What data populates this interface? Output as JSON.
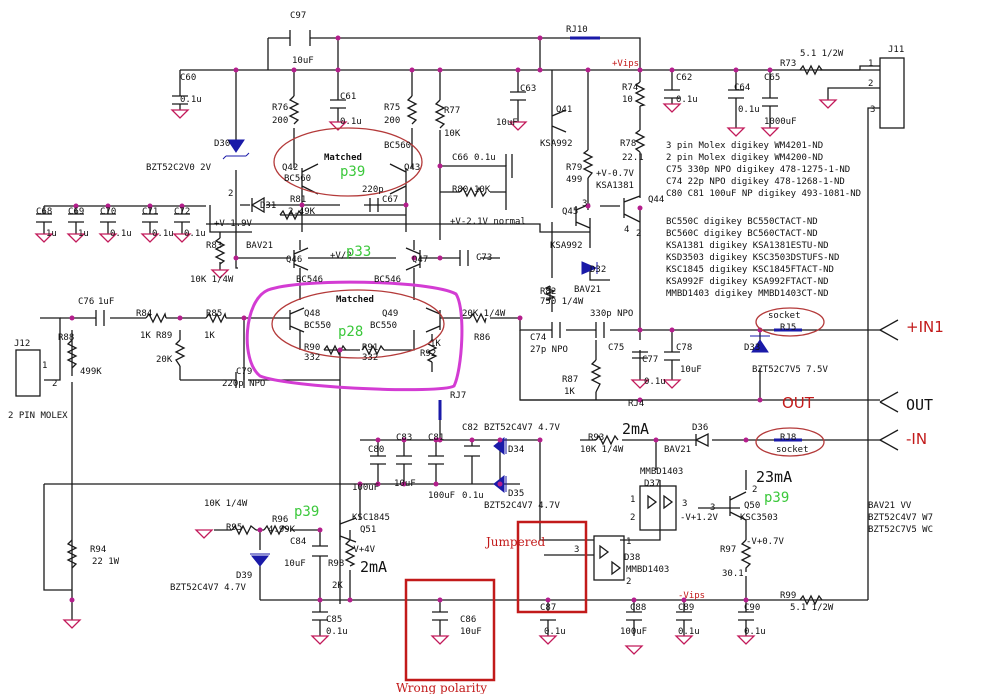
{
  "parts": {
    "C97": "C97",
    "C97v": "10uF",
    "RJ10": "RJ10",
    "C60": "C60",
    "C60v": "0.1u",
    "C61": "C61",
    "C61v": "0.1u",
    "R76": "R76",
    "R76v": "200",
    "R75": "R75",
    "R75v": "200",
    "R77": "R77",
    "R77v": "10K",
    "Vips": "+Vips",
    "C63": "C63",
    "C63v": "10uF",
    "Q41": "Q41",
    "Q41t": "KSA992",
    "R74": "R74",
    "R74v": "10",
    "C62": "C62",
    "C62v": "0.1u",
    "C64": "C64",
    "C64v": "0.1u",
    "C65": "C65",
    "C65v": "1000uF",
    "R73": "R73",
    "R73v": "5.1 1/2W",
    "J11": "J11",
    "D30": "D30",
    "D30v": "BZT52C2V0 2V",
    "Q42": "Q42",
    "Q42t": "BC560",
    "Q43": "Q43",
    "Q43t": "BC560",
    "matched1": "Matched",
    "R78": "R78",
    "R78v": "22.1",
    "C66": "C66",
    "C66v": "0.1u",
    "R80": "R80",
    "R80v": "10K",
    "R79": "R79",
    "R79v": "499",
    "v07n": "+V-0.7V",
    "Q44": "Q44",
    "Q44t": "KSA1381",
    "C220p": "220p",
    "R81": "R81",
    "R81v": "2.49K",
    "C67": "C67",
    "v21": "+V-2.1V normal",
    "Q45": "Q45",
    "Q45t": "KSA992",
    "C68": "C68",
    "C69": "C69",
    "C70": "C70",
    "C71": "C71",
    "C72": "C72",
    "c1u": "1u",
    "c01u": "0.1u",
    "D31": "D31",
    "BAV21": "BAV21",
    "v19": "+V-1.9V",
    "R83": "R83",
    "R83v": "10K 1/4W",
    "Q46": "Q46",
    "Q46t": "BC546",
    "Q47": "Q47",
    "Q47t": "BC546",
    "vhalf": "+V/2",
    "C73": "C73",
    "D32": "D32",
    "R82": "R82",
    "R82v": "750 1/4W",
    "C76": "C76",
    "C76v": "1uF",
    "R84": "R84",
    "R84v": "1K",
    "R85": "R85",
    "R85v": "1K",
    "R89": "R89",
    "R89v": "20K",
    "R88": "R88",
    "R88v": "499K",
    "J12": "J12",
    "J12v": "2 PIN MOLEX",
    "Q48": "Q48",
    "Q48t": "BC550",
    "Q49": "Q49",
    "Q49t": "BC550",
    "matched2": "Matched",
    "R90": "R90",
    "R90v": "332",
    "R91": "R91",
    "R91v": "332",
    "R92": "R92",
    "R92v": "1K",
    "R86": "R86",
    "R86v": "20K 1/4W",
    "C79": "C79",
    "C79v": "220p NPO",
    "C74": "C74",
    "C74v": "27p NPO",
    "C75": "C75",
    "C75v": "330p NPO",
    "C77": "C77",
    "C77v": "0.1u",
    "C78": "C78",
    "C78v": "10uF",
    "R87": "R87",
    "R87v": "1K",
    "D33": "D33",
    "D33v": "BZT52C7V5 7.5V",
    "RJ5": "RJ5",
    "socket": "socket",
    "RJ7": "RJ7",
    "RJ4": "RJ4",
    "C80": "C80",
    "C83": "C83",
    "C81": "C81",
    "C82": "C82",
    "c100uF": "100uF",
    "c10uF": "10uF",
    "D34": "D34",
    "D35": "D35",
    "D47v": "BZT52C4V7 4.7V",
    "R93": "R93",
    "R93v": "10K 1/4W",
    "D36": "D36",
    "RJ8": "RJ8",
    "D37": "D37",
    "MMBD1403": "MMBD1403",
    "v12": "-V+1.2V",
    "Q50": "Q50",
    "Q50t": "KSC3503",
    "R95": "R95",
    "R95v": "10K 1/4W",
    "R96": "R96",
    "R96v": "4.99K",
    "C84": "C84",
    "Q51": "Q51",
    "Q51t": "KSC1845",
    "v4": "-V+4V",
    "R98": "R98",
    "R98v": "2K",
    "R94": "R94",
    "R94v": "22 1W",
    "D39": "D39",
    "C85": "C85",
    "C86": "C86",
    "D38": "D38",
    "v07p": "-V+0.7V",
    "R97": "R97",
    "R97v": "30.1",
    "Vips_neg": "-Vips",
    "C87": "C87",
    "C88": "C88",
    "C89": "C89",
    "C90": "C90",
    "R99": "R99",
    "R99v": "5.1 1/2W",
    "pin1": "1",
    "pin2": "2",
    "pin3": "3",
    "pin4": "4"
  },
  "bom": [
    "3 pin Molex digikey WM4201-ND",
    "2 pin Molex digikey  WM4200-ND",
    "C75 330p NPO digikey 478-1275-1-ND",
    "C74 22p NPO digikey 478-1268-1-ND",
    "C80 C81 100uF NP digikey 493-1081-ND",
    "",
    "BC550C digikey BC550CTACT-ND",
    "BC560C digikey  BC560CTACT-ND",
    "KSA1381 digikey KSA1381ESTU-ND",
    "KSD3503 digikey KSC3503DSTUFS-ND",
    "KSC1845 digikey KSC1845FTACT-ND",
    "KSA992F digikey KSA992FTACT-ND",
    "MMBD1403 digikey MMBD1403CT-ND"
  ],
  "legend": [
    "BAV21  VV",
    "BZT52C4V7  W7",
    "BZT52C7V5  WC"
  ],
  "annotations": {
    "p39a": "p39",
    "p33": "p33",
    "p28": "p28",
    "p39b": "p39",
    "p39c": "p39",
    "ma2a": "2mA",
    "ma23": "23mA",
    "ma2b": "2mA",
    "in1": "+IN1",
    "out_red": "OUT",
    "out": "OUT",
    "in_neg": "-IN",
    "jumpered": "Jumpered",
    "wrong": "Wrong polarity"
  }
}
